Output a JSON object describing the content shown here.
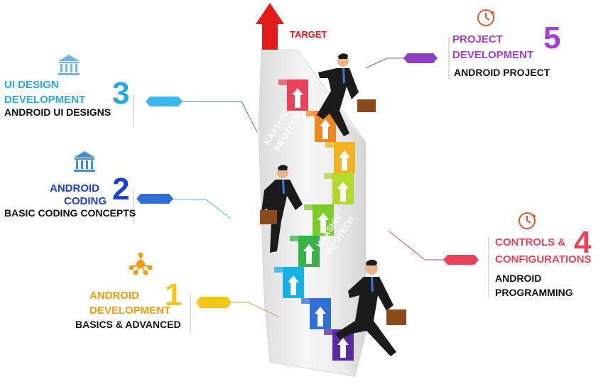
{
  "target": {
    "label": "TARGET",
    "color": "#e41b1b"
  },
  "watermark": {
    "line1": "KAASHIV",
    "line2": "INFOTECH"
  },
  "steps": [
    {
      "number": "1",
      "title1": "ANDROID",
      "title2": "DEVELOPMENT",
      "subtitle": "BASICS & ADVANCED",
      "color": "#f39c12",
      "numColor": "#f5c518",
      "icon": "network-hub-icon"
    },
    {
      "number": "2",
      "title1": "ANDROID",
      "title2": "CODING",
      "subtitle": "BASIC CODING CONCEPTS",
      "color": "#1b3fd1",
      "numColor": "#1b3fd1",
      "icon": "bank-building-icon"
    },
    {
      "number": "3",
      "title1": "UI DESIGN",
      "title2": "DEVELOPMENT",
      "subtitle": "ANDROID UI DESIGNS",
      "color": "#29a9e0",
      "numColor": "#29a9e0",
      "icon": "bank-building-icon"
    },
    {
      "number": "4",
      "title1": "CONTROLS &",
      "title2": "CONFIGURATIONS",
      "subtitle1": "ANDROID",
      "subtitle2": "PROGRAMMING",
      "color": "#e8435a",
      "numColor": "#e8435a",
      "icon": "clock-icon"
    },
    {
      "number": "5",
      "title1": "PROJECT",
      "title2": "DEVELOPMENT",
      "subtitle": "ANDROID PROJECT",
      "color": "#a23fd1",
      "numColor": "#a23fd1",
      "icon": "clock-icon"
    }
  ],
  "stair_colors": [
    "#5b2ca0",
    "#2f6fd6",
    "#16b0e6",
    "#38b34a",
    "#7ccc2a",
    "#b4d82c",
    "#f0b323",
    "#f0861e",
    "#e8435a"
  ]
}
